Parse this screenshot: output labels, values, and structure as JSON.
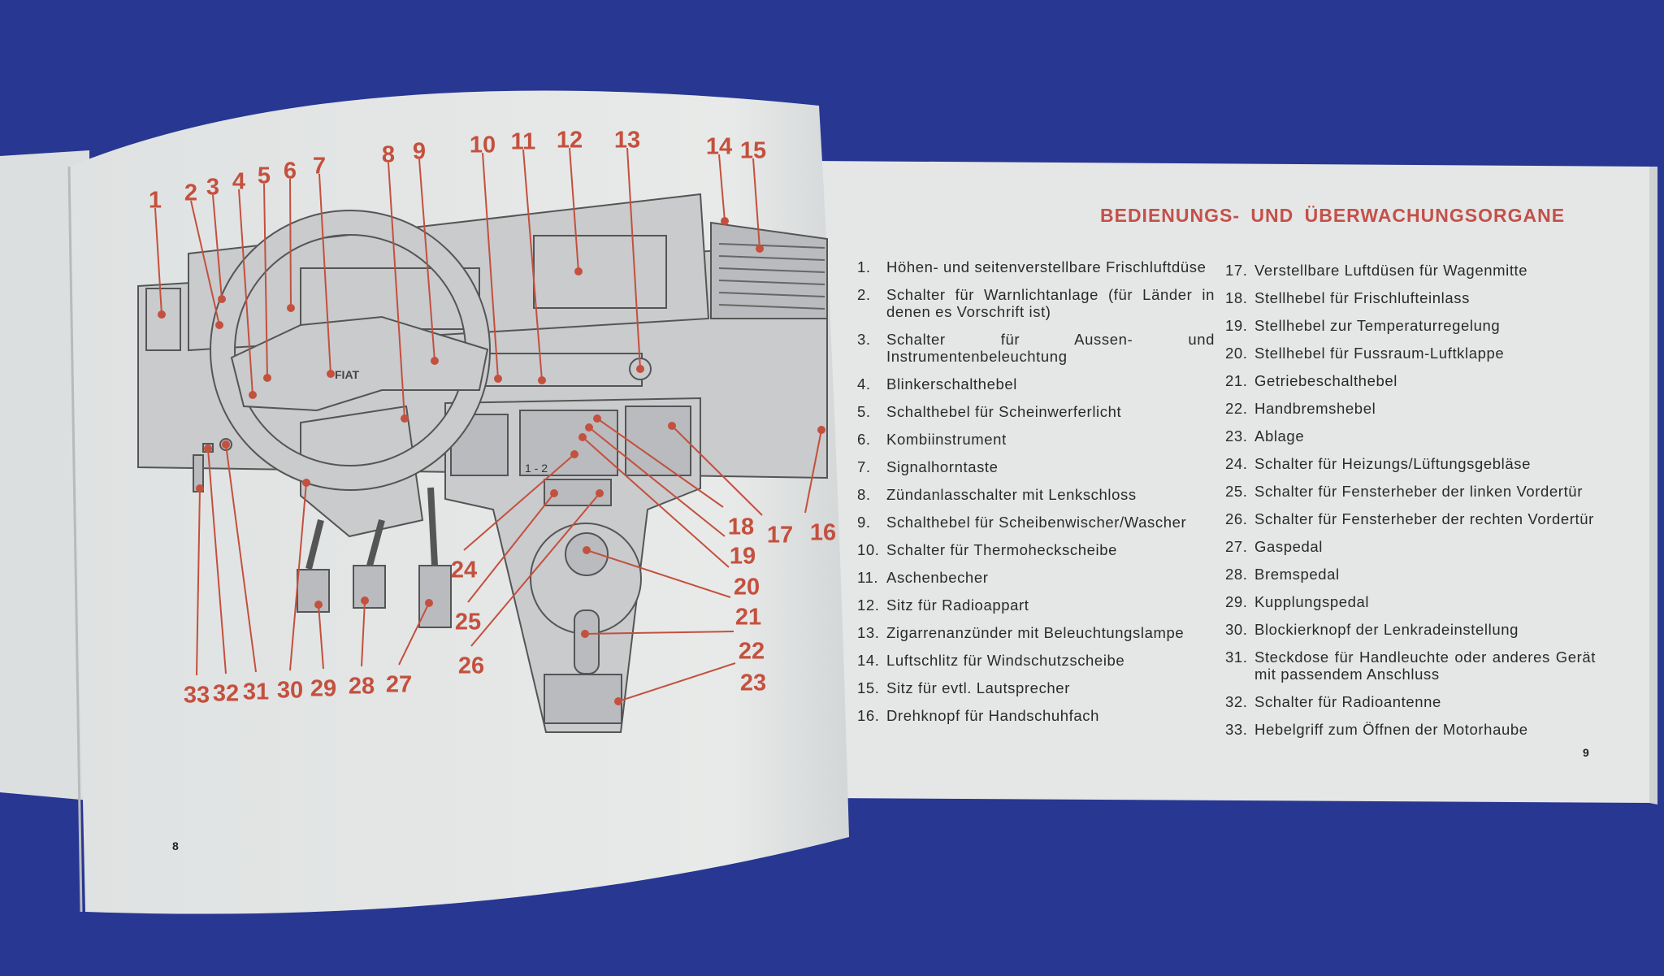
{
  "colors": {
    "background": "#2b3c98",
    "page": "#e6e8e7",
    "accent_red": "#c4504a"
  },
  "right_page": {
    "title": "BEDIENUNGS- UND ÜBERWACHUNGSORGANE",
    "page_number": "9",
    "left_column": [
      {
        "num": "1.",
        "text": "Höhen- und seitenverstellbare Frischluftdüse"
      },
      {
        "num": "2.",
        "text": "Schalter für Warnlichtanlage (für Länder in denen es Vorschrift ist)"
      },
      {
        "num": "3.",
        "text": "Schalter für Aussen- und Instrumentenbeleuchtung"
      },
      {
        "num": "4.",
        "text": "Blinkerschalthebel"
      },
      {
        "num": "5.",
        "text": "Schalthebel für Scheinwerferlicht"
      },
      {
        "num": "6.",
        "text": "Kombiinstrument"
      },
      {
        "num": "7.",
        "text": "Signalhorntaste"
      },
      {
        "num": "8.",
        "text": "Zündanlasschalter mit Lenkschloss"
      },
      {
        "num": "9.",
        "text": "Schalthebel für Scheibenwischer/Wascher"
      },
      {
        "num": "10.",
        "text": "Schalter für Thermoheckscheibe"
      },
      {
        "num": "11.",
        "text": "Aschenbecher"
      },
      {
        "num": "12.",
        "text": "Sitz für Radioappart"
      },
      {
        "num": "13.",
        "text": "Zigarrenanzünder mit Beleuchtungslampe"
      },
      {
        "num": "14.",
        "text": "Luftschlitz für Windschutzscheibe"
      },
      {
        "num": "15.",
        "text": "Sitz für evtl. Lautsprecher"
      },
      {
        "num": "16.",
        "text": "Drehknopf für Handschuhfach"
      }
    ],
    "right_column": [
      {
        "num": "17.",
        "text": "Verstellbare Luftdüsen für Wagenmitte"
      },
      {
        "num": "18.",
        "text": "Stellhebel für Frischlufteinlass"
      },
      {
        "num": "19.",
        "text": "Stellhebel zur Temperaturregelung"
      },
      {
        "num": "20.",
        "text": "Stellhebel für Fussraum-Luftklappe"
      },
      {
        "num": "21.",
        "text": "Getriebeschalthebel"
      },
      {
        "num": "22.",
        "text": "Handbremshebel"
      },
      {
        "num": "23.",
        "text": "Ablage"
      },
      {
        "num": "24.",
        "text": "Schalter für Heizungs/Lüftungsgebläse"
      },
      {
        "num": "25.",
        "text": "Schalter für Fensterheber der linken Vordertür"
      },
      {
        "num": "26.",
        "text": "Schalter für Fensterheber der rechten Vordertür"
      },
      {
        "num": "27.",
        "text": "Gaspedal"
      },
      {
        "num": "28.",
        "text": "Bremspedal"
      },
      {
        "num": "29.",
        "text": "Kupplungspedal"
      },
      {
        "num": "30.",
        "text": "Blockierknopf der Lenkradeinstellung"
      },
      {
        "num": "31.",
        "text": "Steckdose für Handleuchte oder anderes Gerät mit passendem Anschluss"
      },
      {
        "num": "32.",
        "text": "Schalter für Radioantenne"
      },
      {
        "num": "33.",
        "text": "Hebelgriff zum Öffnen der Motorhaube"
      }
    ]
  },
  "left_page": {
    "page_number": "8",
    "logo_text": "FIAT",
    "heater_scale": "1 - 2",
    "callouts": [
      "1",
      "2",
      "3",
      "4",
      "5",
      "6",
      "7",
      "8",
      "9",
      "10",
      "11",
      "12",
      "13",
      "14",
      "15",
      "16",
      "17",
      "18",
      "19",
      "20",
      "21",
      "22",
      "23",
      "24",
      "25",
      "26",
      "27",
      "28",
      "29",
      "30",
      "31",
      "32",
      "33"
    ]
  }
}
